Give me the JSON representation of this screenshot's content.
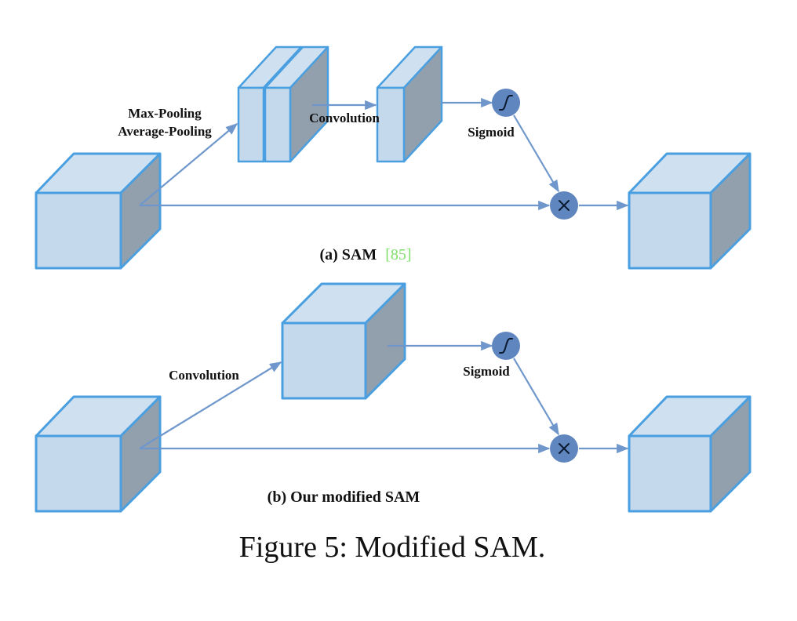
{
  "panel_a": {
    "pool_label_1": "Max-Pooling",
    "pool_label_2": "Average-Pooling",
    "conv_label": "Convolution",
    "sigmoid_label": "Sigmoid",
    "caption_prefix": "(a) SAM",
    "caption_ref": "[85]"
  },
  "panel_b": {
    "conv_label": "Convolution",
    "sigmoid_label": "Sigmoid",
    "caption": "(b) Our modified SAM"
  },
  "figure_caption": "Figure 5: Modified SAM.",
  "icons": {
    "sigmoid": "sigmoid-icon",
    "multiply": "multiply-icon"
  },
  "colors": {
    "box_front": "#c5d9ed",
    "box_side": "#929fac",
    "box_edge": "#4a9fe0",
    "arrow": "#6f97cc",
    "node": "#5f86be",
    "citation": "#7ee06a"
  }
}
